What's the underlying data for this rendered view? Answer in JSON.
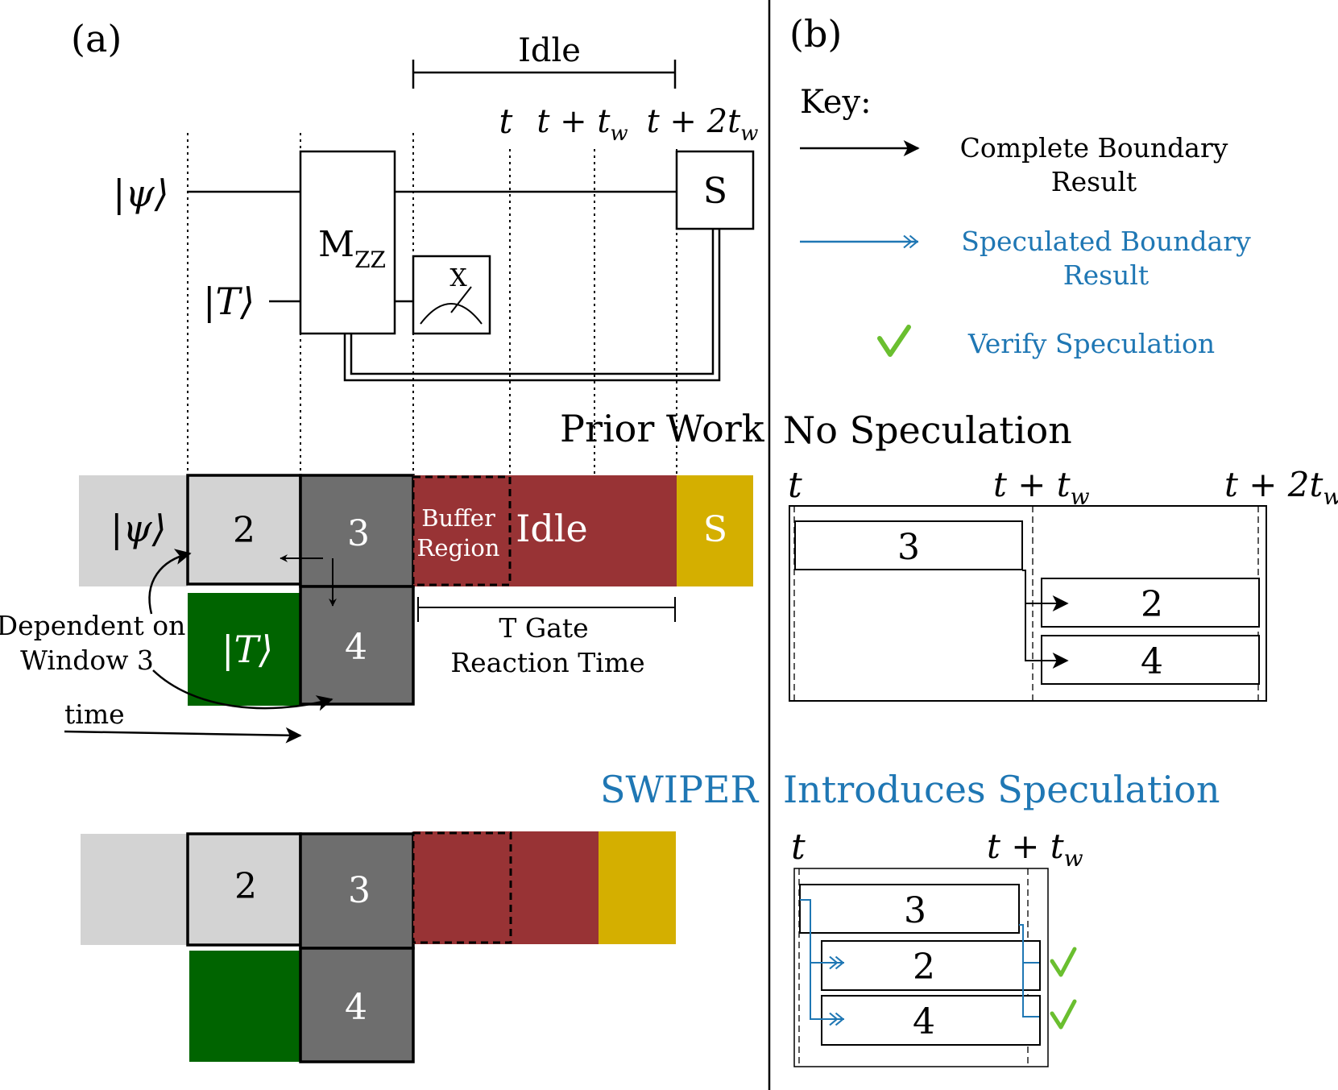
{
  "panel_a": {
    "label": "(a)",
    "idle_label": "Idle",
    "time_t": "t",
    "time_t_tw": "t + t",
    "time_t_2tw": "t + 2t",
    "time_sub_w": "w",
    "psi_label": "|ψ⟩",
    "t_state_label": "|T⟩",
    "mzz_main": "M",
    "mzz_sub": "ZZ",
    "measure_basis": "X",
    "s_gate": "S",
    "prior_work_title": "Prior Work",
    "psi_block": "|ψ⟩",
    "window_2": "2",
    "window_3": "3",
    "window_4": "4",
    "buffer_line1": "Buffer",
    "buffer_line2": "Region",
    "idle_block": "Idle",
    "s_block": "S",
    "t_block": "|T⟩",
    "dependent_line1": "Dependent on",
    "dependent_line2": "Window 3",
    "time_arrow_label": "time",
    "reaction_line1": "T Gate",
    "reaction_line2": "Reaction Time",
    "swiper_title": "SWIPER",
    "swiper_window_2": "2",
    "swiper_window_3": "3",
    "swiper_window_4": "4"
  },
  "panel_b": {
    "label": "(b)",
    "key_title": "Key:",
    "key_complete_line1": "Complete Boundary",
    "key_complete_line2": "Result",
    "key_speculated_line1": "Speculated Boundary",
    "key_speculated_line2": "Result",
    "key_verify": "Verify Speculation",
    "no_spec_title": "No Speculation",
    "no_spec_t": "t",
    "no_spec_t_tw": "t + t",
    "no_spec_t_2tw": "t + 2t",
    "no_spec_sub_w": "w",
    "no_spec_w3": "3",
    "no_spec_w2": "2",
    "no_spec_w4": "4",
    "spec_title": "Introduces Speculation",
    "spec_t": "t",
    "spec_t_tw": "t + t",
    "spec_sub_w": "w",
    "spec_w3": "3",
    "spec_w2": "2",
    "spec_w4": "4"
  },
  "colors": {
    "light_gray": "#d3d3d3",
    "dark_gray": "#6e6e6e",
    "idle_red": "#983335",
    "s_gold": "#d4af00",
    "t_green": "#006400",
    "speculation_blue": "#1f77b4",
    "check_green": "#6abf2f"
  }
}
